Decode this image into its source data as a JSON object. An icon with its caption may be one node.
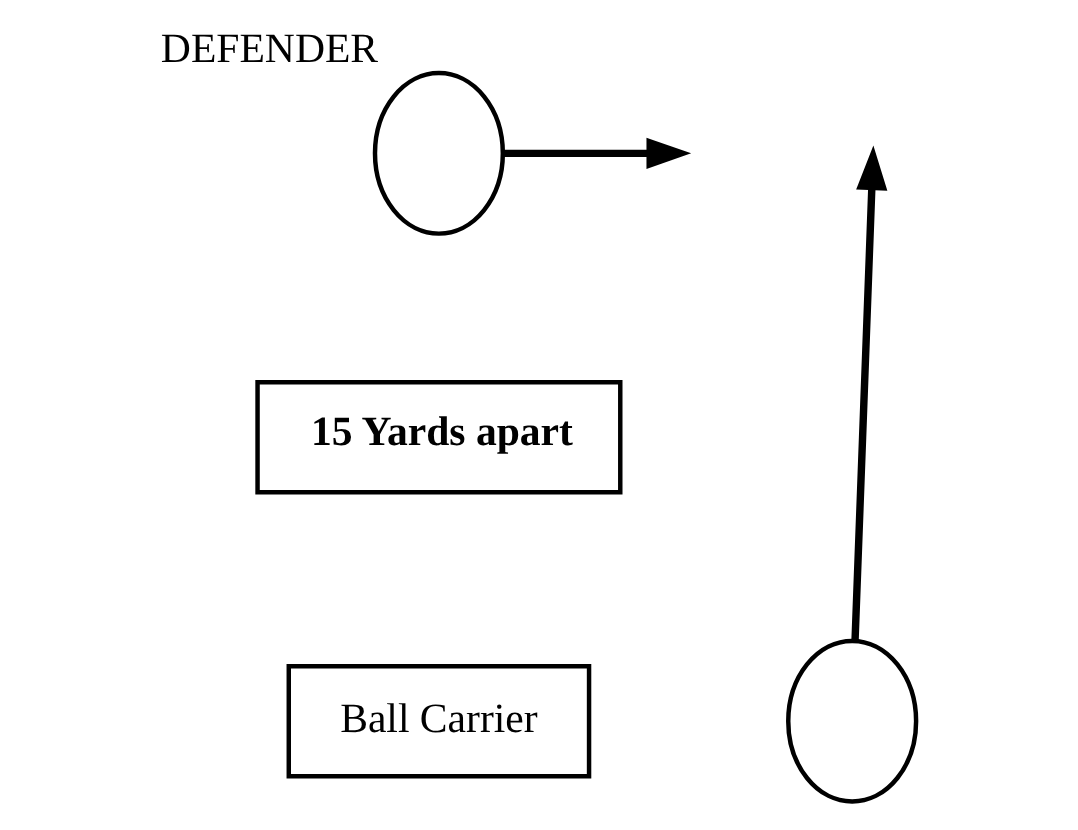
{
  "diagram": {
    "nodes": [
      {
        "text": [],
        "shape": "circle",
        "beside": [
          "DEFENDER"
        ]
      },
      {
        "text": [
          "15 Yards apart"
        ]
      },
      {
        "text": [
          "Ball Carrier"
        ]
      },
      {
        "text": [],
        "shape": "circle"
      }
    ],
    "edges": [
      {
        "from": 0,
        "to": null,
        "arrow": "to"
      },
      {
        "from": 3,
        "to": null,
        "arrow": "to"
      }
    ]
  }
}
